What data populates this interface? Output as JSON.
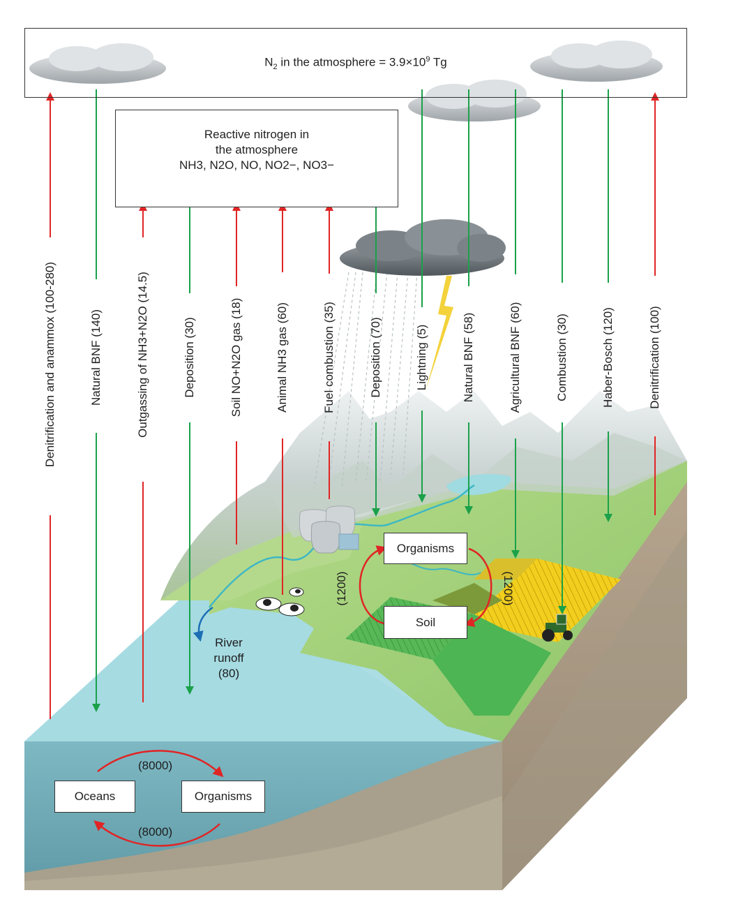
{
  "atmosphere": {
    "n2_label_pre": "N",
    "n2_label_sub": "2",
    "n2_label_mid": " in the atmosphere = 3.9×10",
    "n2_label_sup": "9",
    "n2_label_post": " Tg"
  },
  "reactive": {
    "line1": "Reactive nitrogen in",
    "line2": "the atmosphere",
    "line3": "NH3, N2O, NO, NO2−, NO3−"
  },
  "fluxes": [
    {
      "label": "Denitrification and anammox (100-280)",
      "direction": "up",
      "color": "#e02525"
    },
    {
      "label": "Natural BNF (140)",
      "direction": "down",
      "color": "#1aa14a"
    },
    {
      "label": "Outgassing of NH3+N2O (14.5)",
      "direction": "up",
      "color": "#e02525"
    },
    {
      "label": "Deposition (30)",
      "direction": "down",
      "color": "#1aa14a"
    },
    {
      "label": "Soil NO+N2O gas (18)",
      "direction": "up",
      "color": "#e02525"
    },
    {
      "label": "Animal NH3 gas (60)",
      "direction": "up",
      "color": "#e02525"
    },
    {
      "label": "Fuel combustion (35)",
      "direction": "up",
      "color": "#e02525"
    },
    {
      "label": "Deposition (70)",
      "direction": "down",
      "color": "#1aa14a"
    },
    {
      "label": "Lightning (5)",
      "direction": "down",
      "color": "#1aa14a"
    },
    {
      "label": "Natural BNF (58)",
      "direction": "down",
      "color": "#1aa14a"
    },
    {
      "label": "Agricultural BNF (60)",
      "direction": "down",
      "color": "#1aa14a"
    },
    {
      "label": "Combustion (30)",
      "direction": "down",
      "color": "#1aa14a"
    },
    {
      "label": "Haber-Bosch (120)",
      "direction": "down",
      "color": "#1aa14a"
    },
    {
      "label": "Denitrification (100)",
      "direction": "up",
      "color": "#e02525"
    }
  ],
  "land": {
    "organisms": "Organisms",
    "soil": "Soil",
    "cycle_left": "(1200)",
    "cycle_right": "(1200)"
  },
  "river": {
    "line1": "River",
    "line2": "runoff",
    "line3": "(80)"
  },
  "ocean": {
    "oceans": "Oceans",
    "organisms": "Organisms",
    "cycle_top": "(8000)",
    "cycle_bottom": "(8000)"
  },
  "colors": {
    "up_arrow": "#e02525",
    "down_arrow": "#1aa14a",
    "river_arrow": "#1c6fb5",
    "ocean_surface": "#a9dde3",
    "ocean_side": "#7fb5c0",
    "land": "#a6d47a",
    "mountain": "#c6d3d2",
    "field_yellow": "#f3d21e",
    "field_green": "#4fb552"
  }
}
